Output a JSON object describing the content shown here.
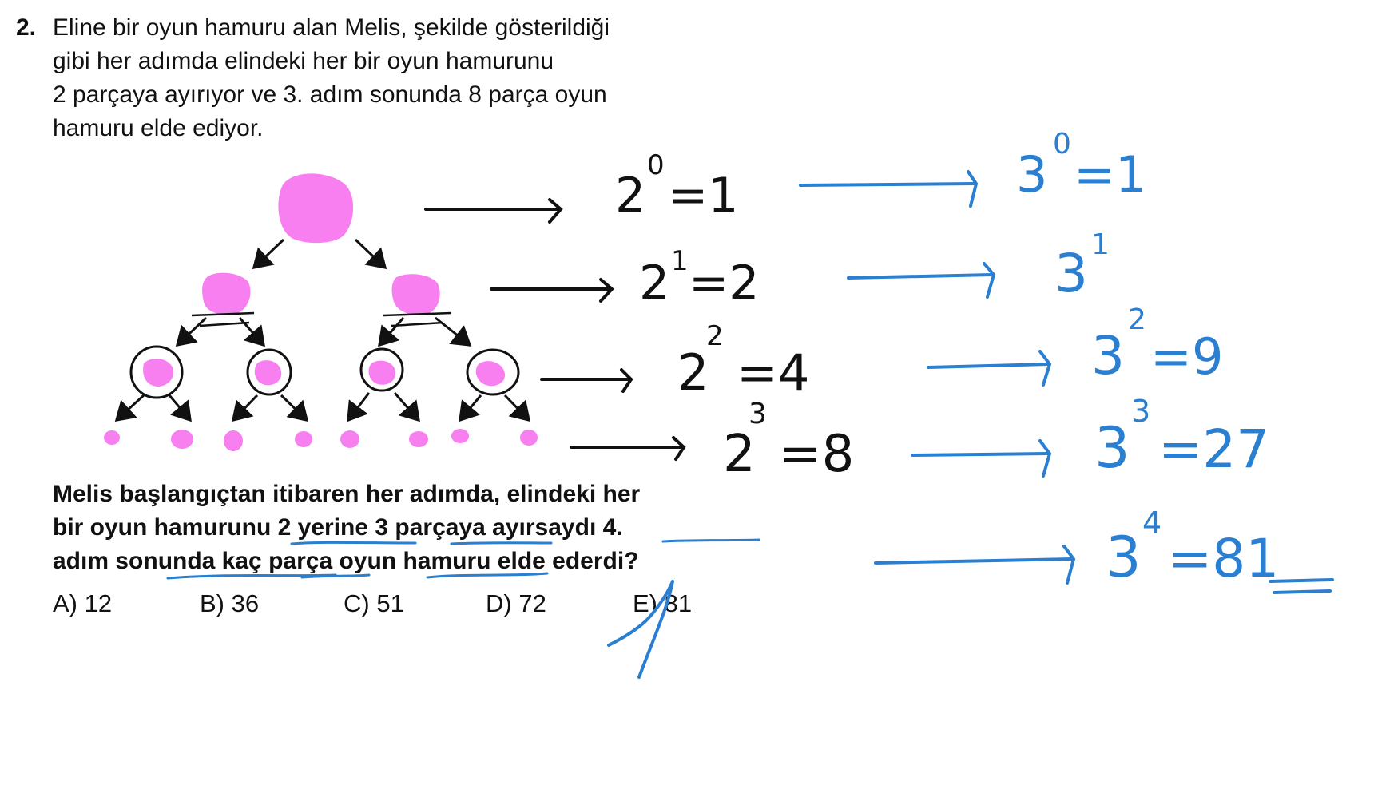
{
  "question": {
    "number": "2.",
    "stem_lines": [
      "Eline bir oyun hamuru alan Melis, şekilde gösterildiği",
      "gibi her adımda elindeki her bir oyun hamurunu",
      "2 parçaya ayırıyor ve 3. adım sonunda 8 parça oyun",
      "hamuru elde ediyor."
    ],
    "prompt_lines": [
      "Melis başlangıçtan itibaren her adımda, elindeki her",
      "bir oyun hamurunu 2 yerine 3 parçaya ayırsaydı 4.",
      "adım sonunda kaç parça oyun hamuru elde ederdi?"
    ],
    "options": [
      {
        "letter": "A)",
        "value": "12"
      },
      {
        "letter": "B)",
        "value": "36"
      },
      {
        "letter": "C)",
        "value": "51"
      },
      {
        "letter": "D)",
        "value": "72"
      },
      {
        "letter": "E)",
        "value": "81"
      }
    ]
  },
  "handwriting": {
    "black_rows": [
      {
        "base": "2",
        "exp": "0",
        "result": "=1"
      },
      {
        "base": "2",
        "exp": "1",
        "result": "=2"
      },
      {
        "base": "2",
        "exp": "2",
        "result": "=4"
      },
      {
        "base": "2",
        "exp": "3",
        "result": "=8"
      }
    ],
    "blue_rows": [
      {
        "base": "3",
        "exp": "0",
        "result": "=1"
      },
      {
        "base": "3",
        "exp": "1",
        "result": ""
      },
      {
        "base": "3",
        "exp": "2",
        "result": "=9"
      },
      {
        "base": "3",
        "exp": "3",
        "result": "=27"
      },
      {
        "base": "3",
        "exp": "4",
        "result": "=81"
      }
    ]
  },
  "colors": {
    "dough": "#f77ff0",
    "ink_black": "#111111",
    "ink_blue": "#2a7fd0"
  }
}
